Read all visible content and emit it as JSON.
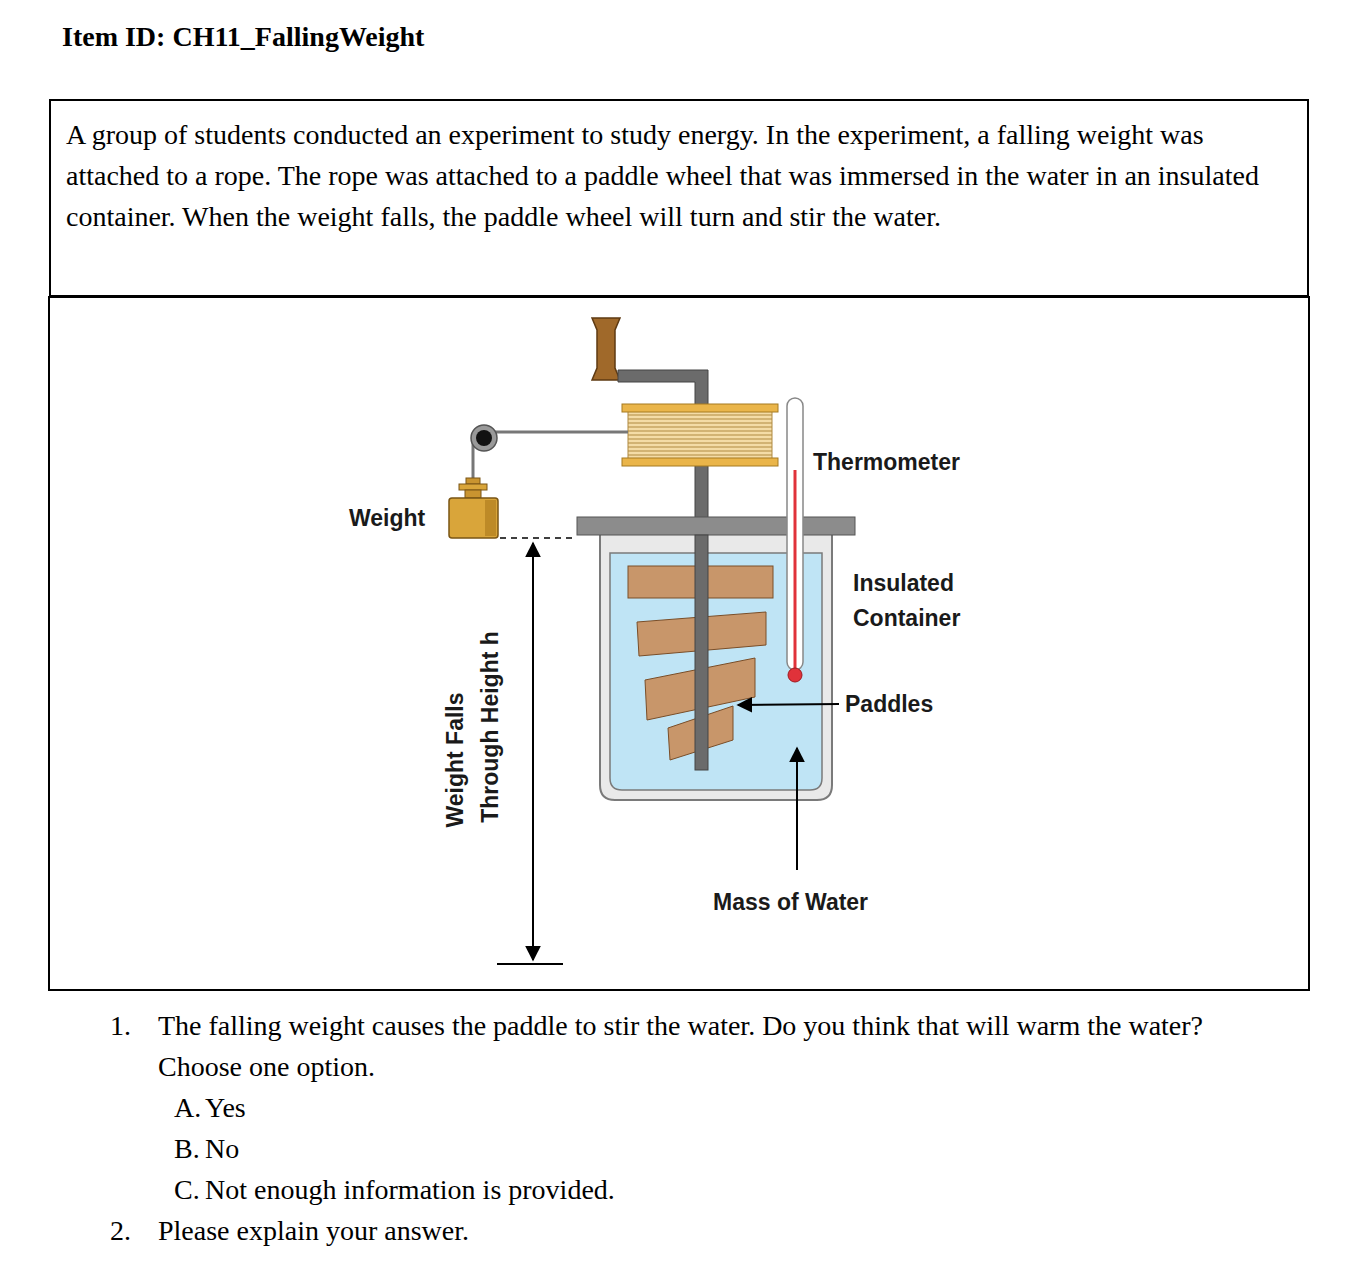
{
  "diagram": {
    "title": "Item ID: CH11_FallingWeight",
    "nodes": [
      {
        "text": [
          "A group of students conducted an experiment to study energy. In the experiment, a falling weight was attached to a rope. The rope was attached to a paddle wheel that was immersed in the water in an insulated container. When the weight falls, the paddle wheel will turn and stir the water."
        ]
      }
    ],
    "labels": [
      "Weight",
      "Thermometer",
      "Insulated Container",
      "Paddles",
      "Mass of Water",
      "Weight Falls",
      "Through Height h",
      "1.",
      "The falling weight causes the paddle to stir the water. Do you think that will warm the water? Choose one option.",
      "A.",
      "Yes",
      "B.",
      "No",
      "C.",
      "Not enough information is provided.",
      "2.",
      "Please explain your answer."
    ]
  }
}
